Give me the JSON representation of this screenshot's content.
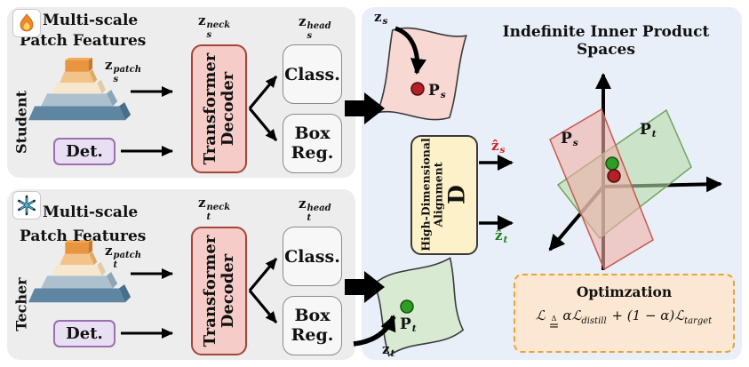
{
  "icons": {
    "student_badge": "flame-icon",
    "teacher_badge": "snowflake-icon",
    "feature_pyramid": "multi-scale-pyramid-icon"
  },
  "colors": {
    "panel_gray": "#EDEDED",
    "panel_blue": "#E9EFF8",
    "decoder_fill": "#F6CCC8",
    "decoder_border": "#A3453B",
    "det_fill": "#E9DFF2",
    "det_border": "#9B6FB0",
    "head_fill": "#F7F7F7",
    "align_fill": "#FCF1C9",
    "manifold_student_fill": "#F7D8D3",
    "manifold_teacher_fill": "#D9EAD3",
    "plane_student": "#F0AFA9",
    "plane_teacher": "#B7DBA8",
    "dot_red": "#B42025",
    "dot_green": "#2F9E23",
    "zhat_s_color": "#CC1F1F",
    "zhat_t_color": "#1E7D1E",
    "opt_fill": "#FCE8D2",
    "opt_border": "#E2A43C"
  },
  "student": {
    "title_line1": "Multi-scale",
    "title_line2": "Patch Features",
    "side_label": "Student",
    "patch": {
      "base": "z",
      "sup": "patch",
      "sub": "s"
    },
    "neck": {
      "base": "z",
      "sup": "neck",
      "sub": "s"
    },
    "head": {
      "base": "z",
      "sup": "head",
      "sub": "s"
    },
    "det": "Det.",
    "decoder_line1": "Transformer",
    "decoder_line2": "Decoder",
    "class_head": "Class.",
    "box_head_line1": "Box",
    "box_head_line2": "Reg."
  },
  "teacher": {
    "title_line1": "Multi-scale",
    "title_line2": "Patch Features",
    "side_label": "Techer",
    "patch": {
      "base": "z",
      "sup": "patch",
      "sub": "t"
    },
    "neck": {
      "base": "z",
      "sup": "neck",
      "sub": "t"
    },
    "head": {
      "base": "z",
      "sup": "head",
      "sub": "t"
    },
    "det": "Det.",
    "decoder_line1": "Transformer",
    "decoder_line2": "Decoder",
    "class_head": "Class.",
    "box_head_line1": "Box",
    "box_head_line2": "Reg."
  },
  "right": {
    "title": "Indefinite Inner Product Spaces",
    "z_s": {
      "base": "z",
      "sub": "s"
    },
    "z_t": {
      "base": "z",
      "sub": "t"
    },
    "p_s": {
      "base": "P",
      "sub": "s"
    },
    "p_t": {
      "base": "P",
      "sub": "t"
    },
    "align_line1": "High-Dimensional",
    "align_line2": "Alignment",
    "align_symbol": "D",
    "zhat_s": {
      "base": "ẑ",
      "sub": "s"
    },
    "zhat_t": {
      "base": "ẑ",
      "sub": "t"
    },
    "optimization": {
      "title": "Optimzation",
      "formula": {
        "lhs": "ℒ",
        "defeq_top": "Δ",
        "defeq_bottom": "=",
        "term1": "αℒ",
        "term1_sub": "distill",
        "op": " + (1 − α)ℒ",
        "term2_sub": "target"
      }
    }
  }
}
